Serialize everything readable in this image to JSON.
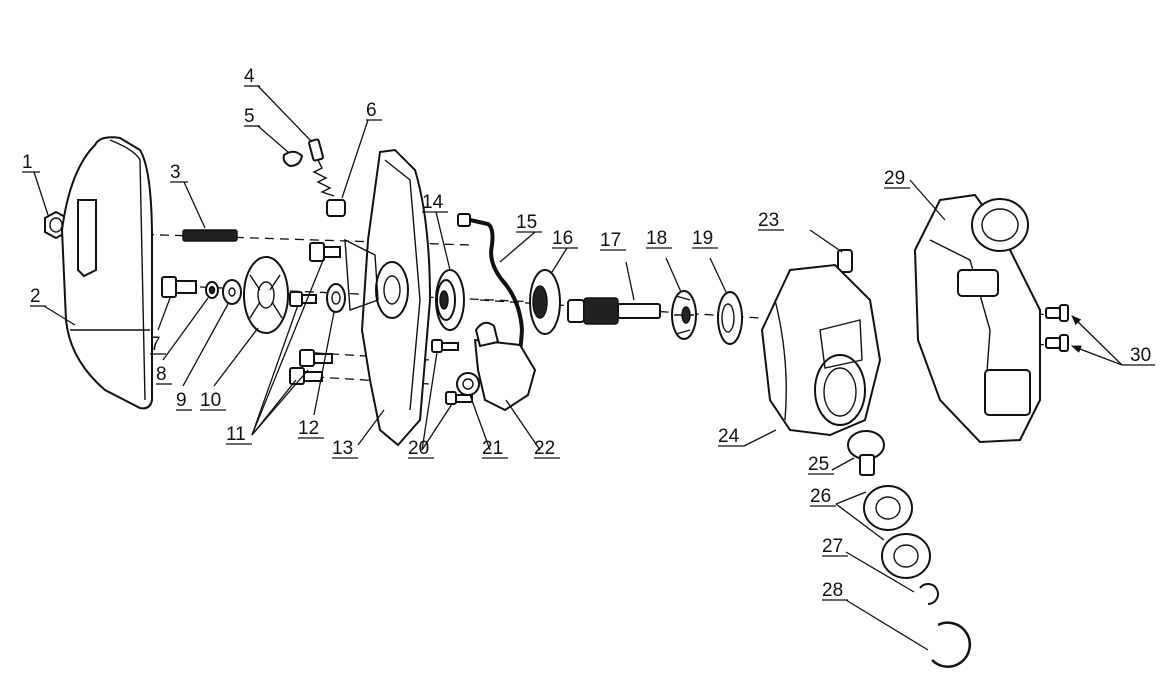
{
  "labels": [
    "1",
    "2",
    "3",
    "4",
    "5",
    "6",
    "7",
    "8",
    "9",
    "10",
    "11",
    "12",
    "13",
    "14",
    "15",
    "16",
    "17",
    "18",
    "19",
    "20",
    "21",
    "22",
    "23",
    "24",
    "25",
    "26",
    "27",
    "28",
    "29",
    "30"
  ]
}
